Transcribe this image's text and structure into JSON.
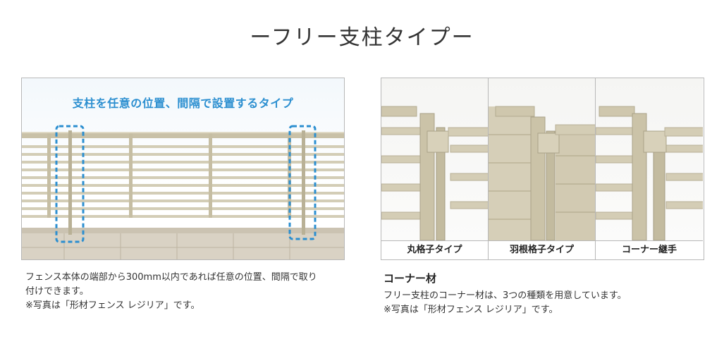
{
  "title": "ーフリー支柱タイプー",
  "left": {
    "photo_caption": "支柱を任意の位置、間隔で設置するタイプ",
    "description_line1": "フェンス本体の端部から300mm以内であれば任意の位置、間隔で取り\n付けできます。",
    "description_line2": "※写真は「形材フェンス レジリア」です。"
  },
  "right": {
    "types": [
      {
        "label": "丸格子タイプ"
      },
      {
        "label": "羽根格子タイプ"
      },
      {
        "label": "コーナー継手"
      }
    ],
    "heading": "コーナー材",
    "description_line1": "フリー支柱のコーナー材は、3つの種類を用意しています。",
    "description_line2": "※写真は「形材フェンス レジリア」です。"
  },
  "colors": {
    "accent_blue": "#2c8fd0",
    "fence_beige": "#cfc8b0",
    "border_gray": "#b8b8b8"
  }
}
